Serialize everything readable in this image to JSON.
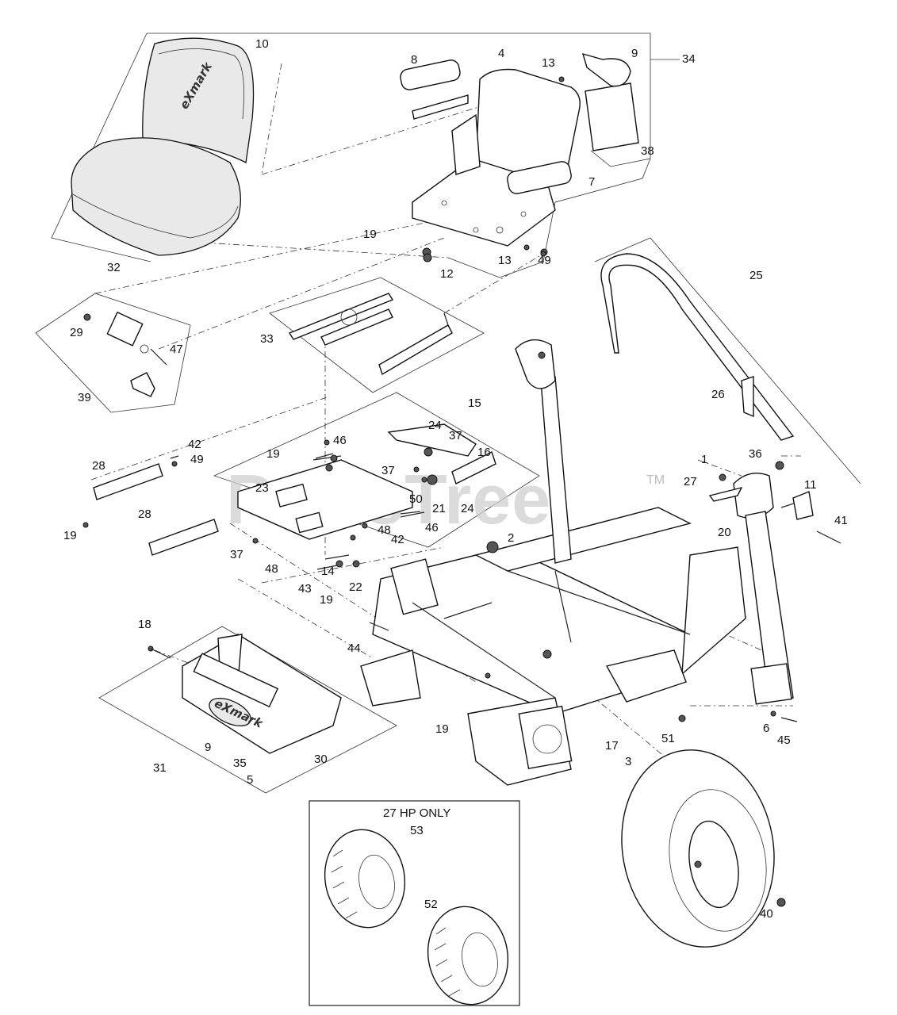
{
  "watermark": {
    "text": "PartsTree",
    "tm": "TM"
  },
  "inset_box": {
    "title": "27 HP ONLY"
  },
  "logo": {
    "text": "eXmark"
  },
  "callouts": [
    {
      "id": "c10",
      "text": "10"
    },
    {
      "id": "c8",
      "text": "8"
    },
    {
      "id": "c4",
      "text": "4"
    },
    {
      "id": "c13a",
      "text": "13"
    },
    {
      "id": "c9a",
      "text": "9"
    },
    {
      "id": "c34",
      "text": "34"
    },
    {
      "id": "c38",
      "text": "38"
    },
    {
      "id": "c7",
      "text": "7"
    },
    {
      "id": "c19a",
      "text": "19"
    },
    {
      "id": "c13b",
      "text": "13"
    },
    {
      "id": "c49a",
      "text": "49"
    },
    {
      "id": "c12",
      "text": "12"
    },
    {
      "id": "c32",
      "text": "32"
    },
    {
      "id": "c25",
      "text": "25"
    },
    {
      "id": "c29",
      "text": "29"
    },
    {
      "id": "c47",
      "text": "47"
    },
    {
      "id": "c39",
      "text": "39"
    },
    {
      "id": "c33",
      "text": "33"
    },
    {
      "id": "c26",
      "text": "26"
    },
    {
      "id": "c15",
      "text": "15"
    },
    {
      "id": "c24a",
      "text": "24"
    },
    {
      "id": "c37a",
      "text": "37"
    },
    {
      "id": "c16",
      "text": "16"
    },
    {
      "id": "c46a",
      "text": "46"
    },
    {
      "id": "c42a",
      "text": "42"
    },
    {
      "id": "c49b",
      "text": "49"
    },
    {
      "id": "c19b",
      "text": "19"
    },
    {
      "id": "c28a",
      "text": "28"
    },
    {
      "id": "c37b",
      "text": "37"
    },
    {
      "id": "c50",
      "text": "50"
    },
    {
      "id": "c21",
      "text": "21"
    },
    {
      "id": "c24b",
      "text": "24"
    },
    {
      "id": "c23",
      "text": "23"
    },
    {
      "id": "c36",
      "text": "36"
    },
    {
      "id": "c1",
      "text": "1"
    },
    {
      "id": "c27",
      "text": "27"
    },
    {
      "id": "c11",
      "text": "11"
    },
    {
      "id": "c19c",
      "text": "19"
    },
    {
      "id": "c28b",
      "text": "28"
    },
    {
      "id": "c46b",
      "text": "46"
    },
    {
      "id": "c20",
      "text": "20"
    },
    {
      "id": "c41",
      "text": "41"
    },
    {
      "id": "c2",
      "text": "2"
    },
    {
      "id": "c48a",
      "text": "48"
    },
    {
      "id": "c42b",
      "text": "42"
    },
    {
      "id": "c37c",
      "text": "37"
    },
    {
      "id": "c48b",
      "text": "48"
    },
    {
      "id": "c14",
      "text": "14"
    },
    {
      "id": "c43",
      "text": "43"
    },
    {
      "id": "c22",
      "text": "22"
    },
    {
      "id": "c19d",
      "text": "19"
    },
    {
      "id": "c18",
      "text": "18"
    },
    {
      "id": "c44",
      "text": "44"
    },
    {
      "id": "c19e",
      "text": "19"
    },
    {
      "id": "c17",
      "text": "17"
    },
    {
      "id": "c51",
      "text": "51"
    },
    {
      "id": "c6",
      "text": "6"
    },
    {
      "id": "c45",
      "text": "45"
    },
    {
      "id": "c9b",
      "text": "9"
    },
    {
      "id": "c35",
      "text": "35"
    },
    {
      "id": "c30",
      "text": "30"
    },
    {
      "id": "c31",
      "text": "31"
    },
    {
      "id": "c5",
      "text": "5"
    },
    {
      "id": "c3",
      "text": "3"
    },
    {
      "id": "c53",
      "text": "53"
    },
    {
      "id": "c52",
      "text": "52"
    },
    {
      "id": "c40",
      "text": "40"
    }
  ]
}
